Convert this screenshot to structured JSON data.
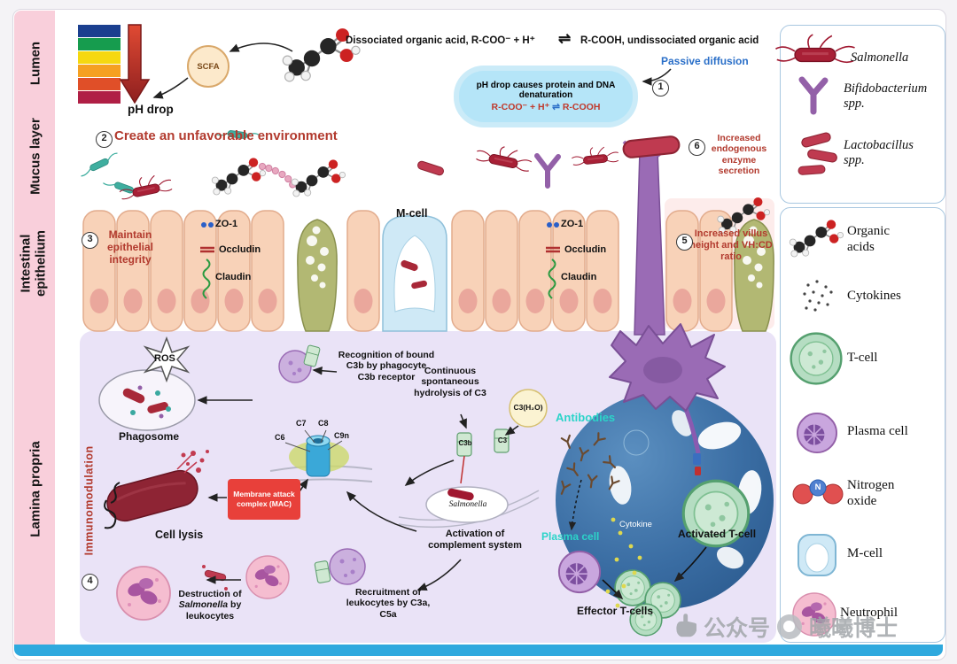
{
  "layers": {
    "lumen": "Lumen",
    "mucus": "Mucus layer",
    "epithelium": "Intestinal epithelium",
    "lamina": "Lamina propria"
  },
  "steps": {
    "s1": "1",
    "s2": "2",
    "s3": "3",
    "s4": "4",
    "s5": "5",
    "s6": "6"
  },
  "lumen": {
    "scfa": "SCFA",
    "ph_drop": "pH drop",
    "dissociated": "Dissociated organic acid, R-COO⁻ + H⁺",
    "equilibrium_arrows": "⇌",
    "undissociated": "R-COOH, undissociated organic acid",
    "passive_diffusion": "Passive diffusion",
    "box_line1": "pH drop causes protein and DNA denaturation",
    "box_rcoo": "R-COO⁻ + H⁺",
    "box_arrow": "⇌",
    "box_rcooh": "R-COOH"
  },
  "mucus": {
    "step2_text": "Create an unfavorable environment",
    "step6_text": "Increased endogenous enzyme secretion"
  },
  "epithelium": {
    "step3_text": "Maintain epithelial integrity",
    "zo1": "ZO-1",
    "occludin": "Occludin",
    "claudin": "Claudin",
    "mcell": "M-cell",
    "step5_text": "Increased villus height and VH:CD ratio"
  },
  "lamina": {
    "step4_text": "Immunomodulation",
    "ros": "ROS",
    "phagosome": "Phagosome",
    "recognition": "Recognition of bound C3b by phagocyte C3b receptor",
    "hydrolysis": "Continuous spontaneous hydrolysis of C3",
    "c3h2o": "C3(H₂O)",
    "c3b": "C3b",
    "c3": "C3",
    "c6": "C6",
    "c7": "C7",
    "c8": "C8",
    "c9n": "C9n",
    "mac": "Membrane attack complex (MAC)",
    "cell_lysis": "Cell lysis",
    "salmonella": "Salmonella",
    "activation": "Activation of complement system",
    "destruction_pre": "Destruction of",
    "destruction_species": "Salmonella",
    "destruction_post": "by leukocytes",
    "recruitment": "Recruitment of leukocytes by C3a, C5a",
    "antibodies": "Antibodies",
    "plasma_cell": "Plasma cell",
    "cytokine": "Cytokine",
    "activated_tcell": "Activated T-cell",
    "effector_tcells": "Effector T-cells"
  },
  "legend_bacteria": {
    "salmonella": "Salmonella",
    "bifidobacterium": "Bifidobacterium spp.",
    "lactobacillus": "Lactobacillus spp."
  },
  "legend_cells": {
    "organic_acids": "Organic acids",
    "cytokines": "Cytokines",
    "tcell": "T-cell",
    "plasma_cell": "Plasma cell",
    "nitrogen_oxide": "Nitrogen oxide",
    "nitrogen_n": "N",
    "mcell": "M-cell",
    "neutrophil": "Neutrophil"
  },
  "watermark": {
    "prefix": "公众号",
    "name": "曦曦博士"
  },
  "colors": {
    "step_red": "#b23a2e",
    "teal_label": "#2cd4c9",
    "lamina_bg": "#eae3f7",
    "immune_circle_blue": "#3a6da3",
    "bottom_bar_blue": "#2fa9de"
  }
}
